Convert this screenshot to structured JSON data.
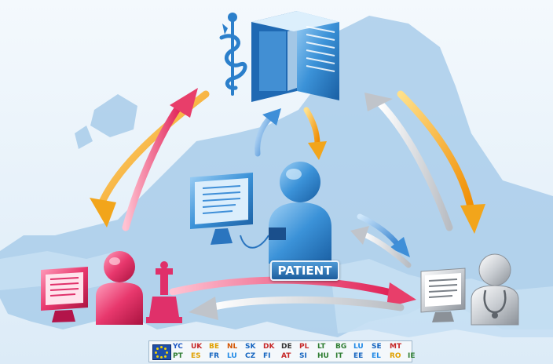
{
  "patient_label": "PATIENT",
  "country_codes": {
    "row1": [
      {
        "code": "YC",
        "color": "#1d58c4"
      },
      {
        "code": "UK",
        "color": "#c62828"
      },
      {
        "code": "BE",
        "color": "#e0a000"
      },
      {
        "code": "NL",
        "color": "#d35400"
      },
      {
        "code": "SK",
        "color": "#1565c0"
      },
      {
        "code": "DK",
        "color": "#c62828"
      },
      {
        "code": "DE",
        "color": "#333333"
      },
      {
        "code": "PL",
        "color": "#c62828"
      },
      {
        "code": "LT",
        "color": "#2e7d32"
      },
      {
        "code": "BG",
        "color": "#2e7d32"
      },
      {
        "code": "LU",
        "color": "#1e88e5"
      },
      {
        "code": "SE",
        "color": "#1565c0"
      },
      {
        "code": "MT",
        "color": "#c62828"
      }
    ],
    "row2": [
      {
        "code": "PT",
        "color": "#2e7d32"
      },
      {
        "code": "ES",
        "color": "#e0a000"
      },
      {
        "code": "FR",
        "color": "#1565c0"
      },
      {
        "code": "LU",
        "color": "#1e88e5"
      },
      {
        "code": "CZ",
        "color": "#1565c0"
      },
      {
        "code": "FI",
        "color": "#1565c0"
      },
      {
        "code": "AT",
        "color": "#c62828"
      },
      {
        "code": "SI",
        "color": "#1565c0"
      },
      {
        "code": "HU",
        "color": "#2e7d32"
      },
      {
        "code": "IT",
        "color": "#2e7d32"
      },
      {
        "code": "EE",
        "color": "#1565c0"
      },
      {
        "code": "EL",
        "color": "#1e88e5"
      },
      {
        "code": "RO",
        "color": "#e0a000"
      },
      {
        "code": "IE",
        "color": "#2e7d32"
      }
    ]
  },
  "colors": {
    "map": "#9ec4e6",
    "sea": "#e3eff9",
    "hub_blue": "#2f84cf",
    "arrow_orange": "#f2a51b",
    "arrow_red": "#e83e6a",
    "arrow_white": "#c8cbd0",
    "arrow_blue": "#3f8fd8",
    "pink_figure": "#e0306a",
    "grey_figure": "#9ea4ab"
  },
  "icons": [
    "caduceus-icon",
    "server-icon",
    "patient-icon",
    "monitor-icon",
    "microscope-icon",
    "doctor-icon",
    "eu-flag-icon"
  ]
}
